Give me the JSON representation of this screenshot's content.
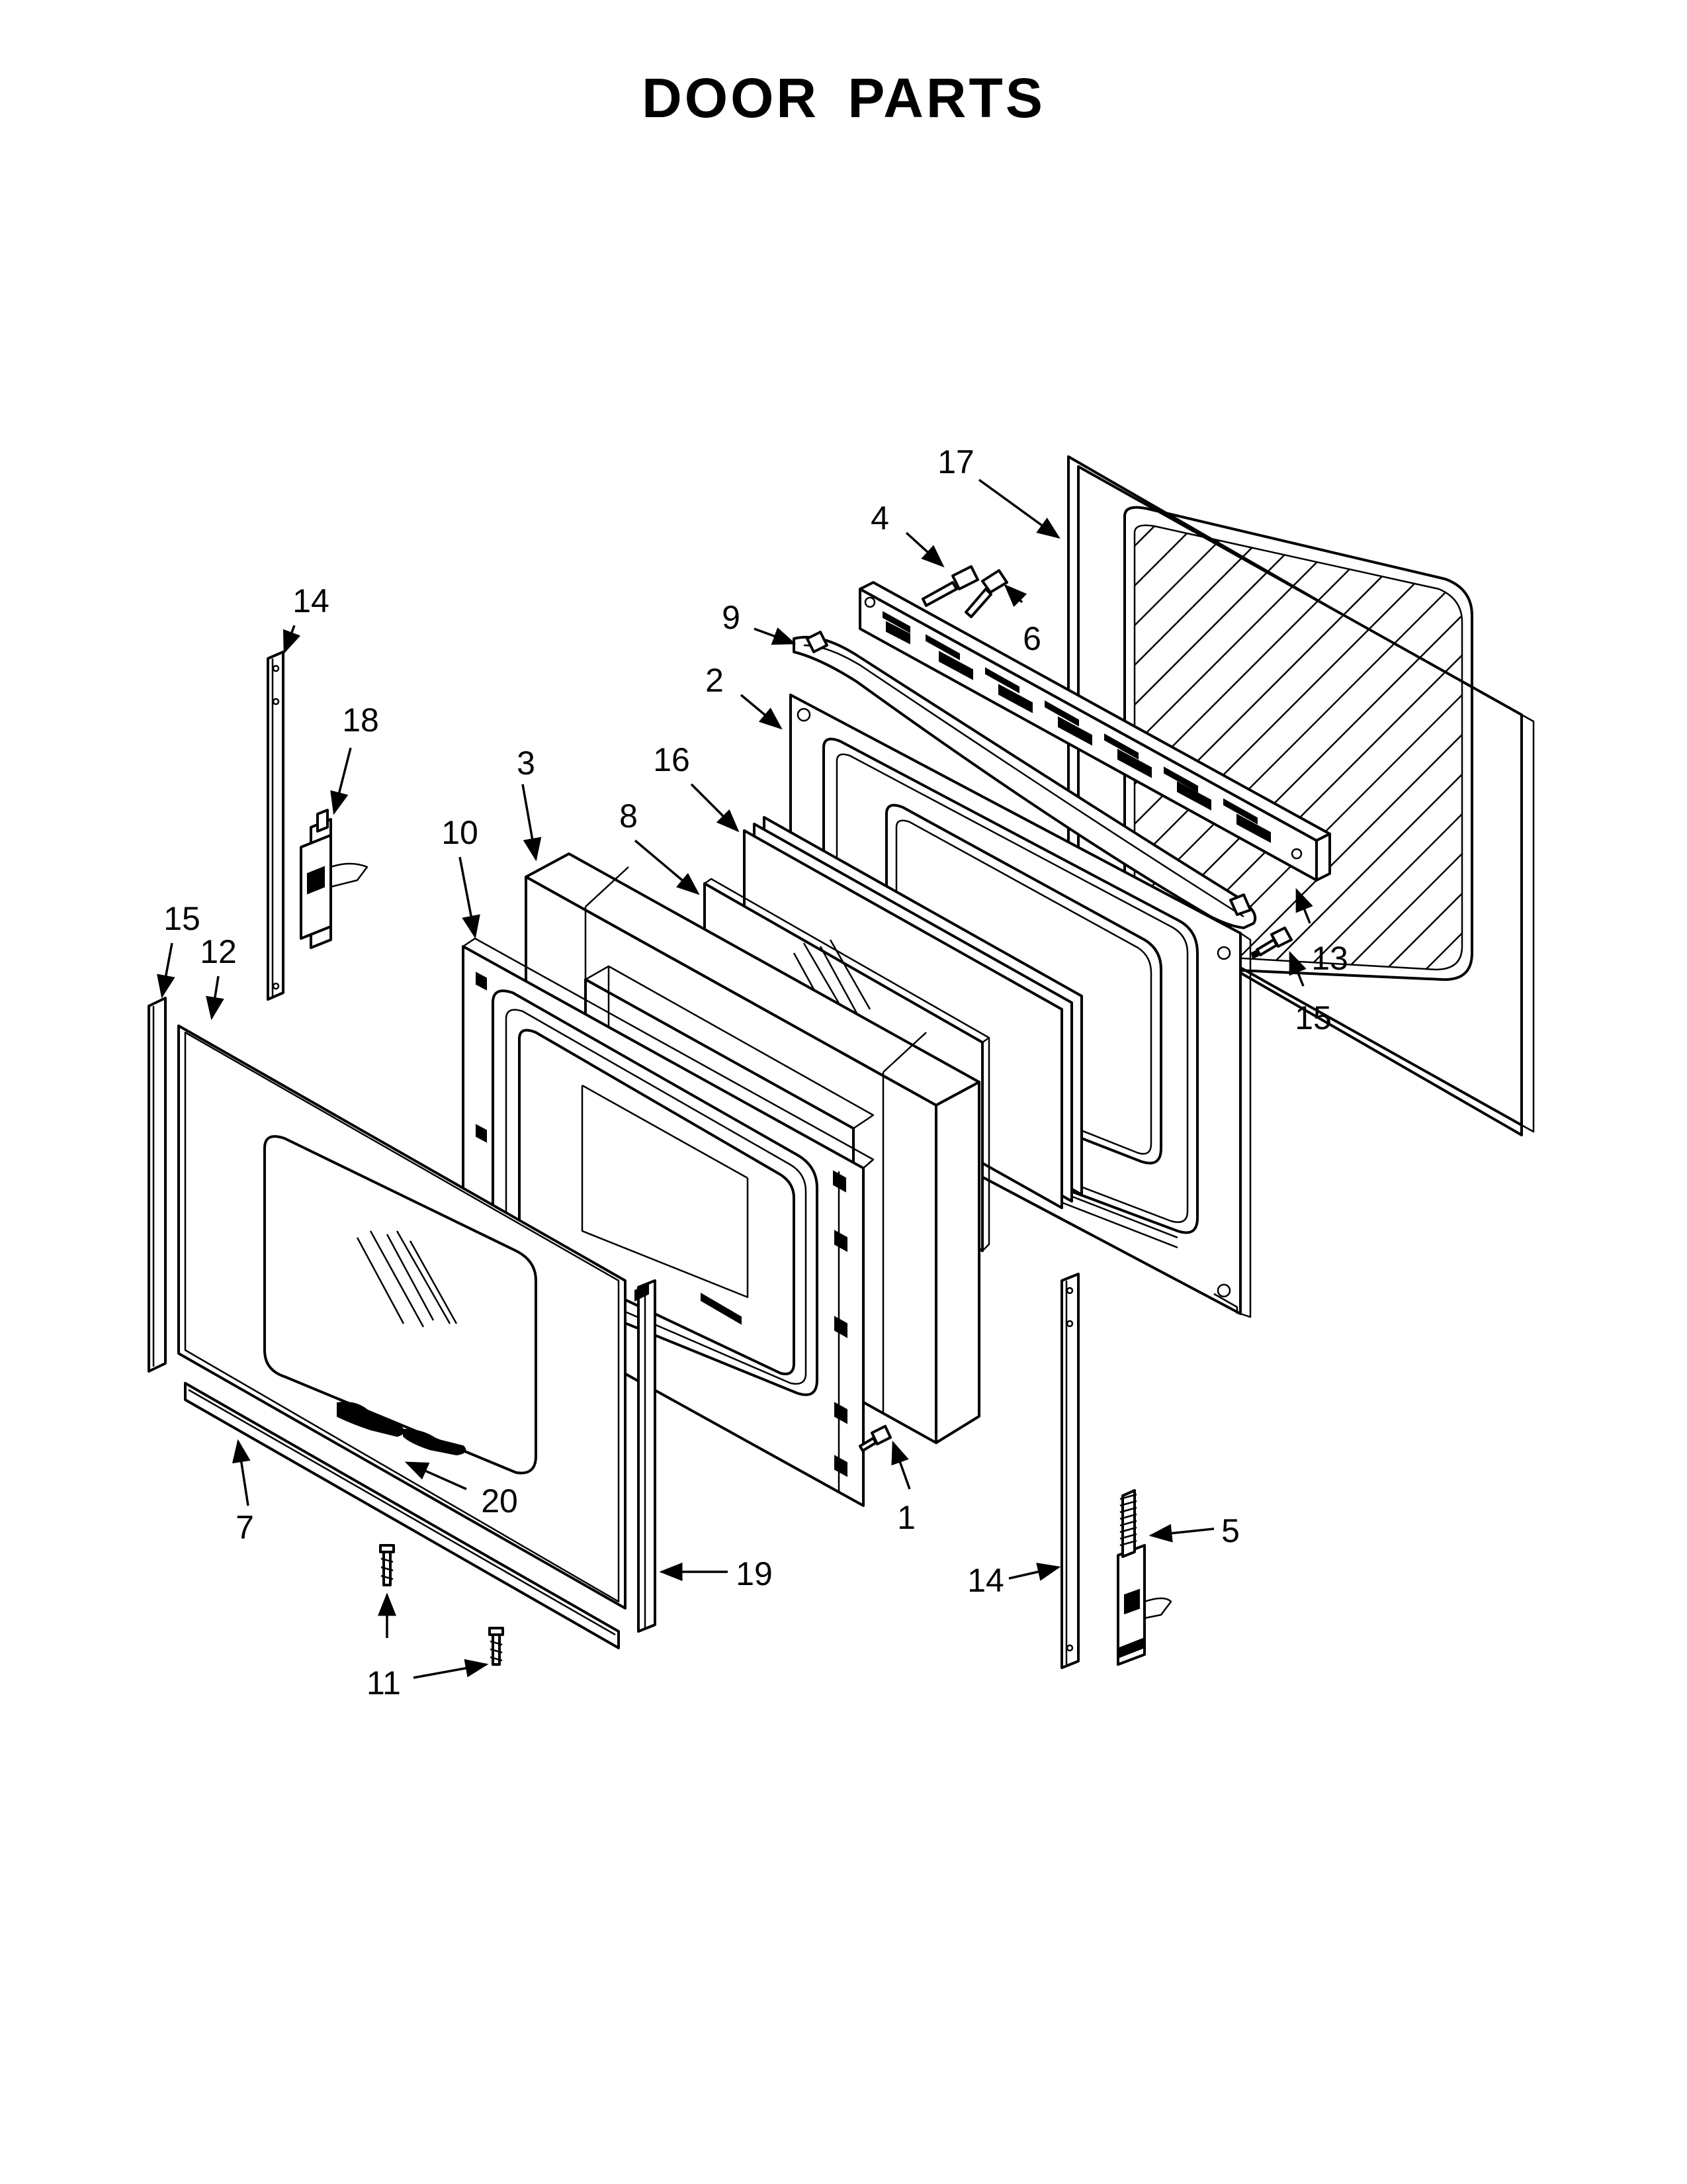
{
  "title": "DOOR PARTS",
  "callouts": {
    "c1": "1",
    "c2": "2",
    "c3": "3",
    "c4": "4",
    "c5": "5",
    "c6": "6",
    "c7": "7",
    "c8": "8",
    "c9": "9",
    "c10": "10",
    "c11": "11",
    "c12": "12",
    "c13": "13",
    "c14a": "14",
    "c14b": "14",
    "c15a": "15",
    "c15b": "15",
    "c16": "16",
    "c17": "17",
    "c18": "18",
    "c19": "19",
    "c20": "20"
  }
}
